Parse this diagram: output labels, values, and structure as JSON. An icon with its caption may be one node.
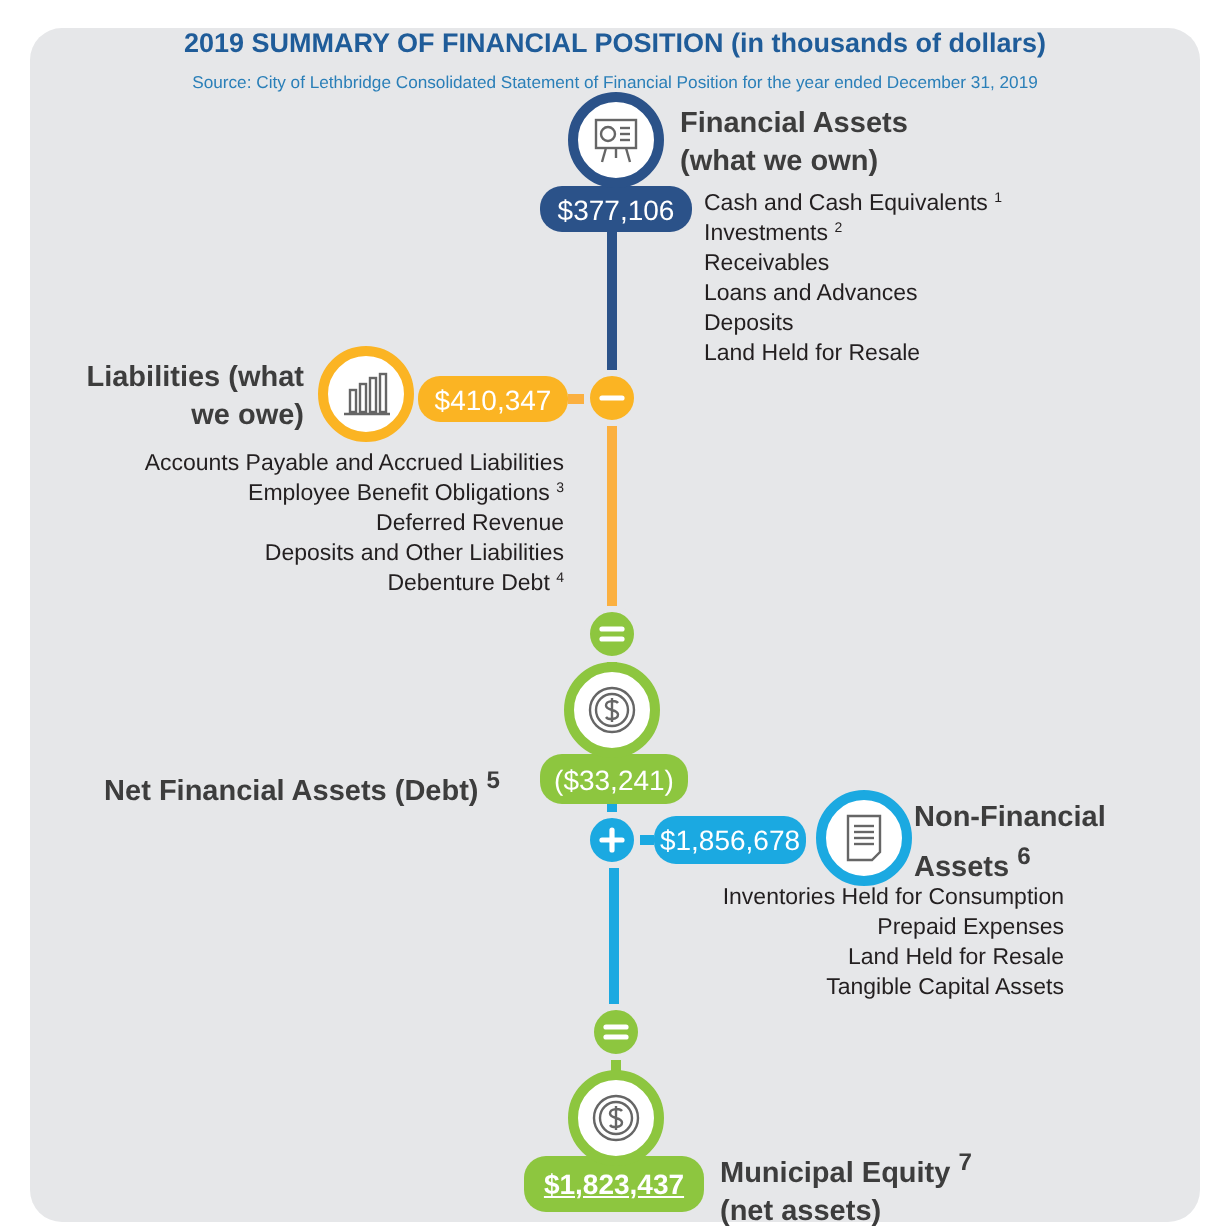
{
  "diagram": {
    "title": "2019 SUMMARY OF FINANCIAL POSITION (in thousands of dollars)",
    "nodes": [
      {
        "text": [
          "$377,106"
        ],
        "beside": [
          "Financial Assets (what we own)",
          "Cash and Cash Equivalents $^{1}$",
          "Investments $^{2}$",
          "Receivables",
          "Loans and Advances",
          "Deposits",
          "Land Held for Resale"
        ]
      },
      {
        "text": [
          "$410,347"
        ],
        "beside": [
          "Liabilities (what we owe)",
          "Accounts Payable and Accrued Liabilities",
          "Employee Benefit Obligations $^{3}$",
          "Deferred Revenue",
          "Deposits and Other Liabilities",
          "Debenture Debt $^{4}$"
        ]
      },
      {
        "text": [],
        "shape": "circle"
      },
      {
        "text": [],
        "shape": "circle"
      },
      {
        "text": [
          "($33,241)"
        ],
        "beside": [
          "Net Financial Assets (Debt) $^{5}$"
        ]
      },
      {
        "text": [],
        "shape": "circle"
      },
      {
        "text": [
          "$1,856,678"
        ],
        "beside": [
          "Non-Financial Assets $^{6}$",
          "Inventories Held for Consumption",
          "Prepaid Expenses",
          "Land Held for Resale",
          "Tangible Capital Assets"
        ]
      },
      {
        "text": [],
        "shape": "circle"
      },
      {
        "text": [
          "$1,823,437"
        ],
        "beside": [
          "Municipal Equity $^{7}$ (net assets)"
        ]
      }
    ],
    "edges": [
      {
        "from": 0,
        "to": 2,
        "arrow": "none",
        "color": "#2b5289"
      },
      {
        "from": 1,
        "to": 2,
        "arrow": "none",
        "color": "#fbb040"
      },
      {
        "from": 2,
        "to": 3,
        "arrow": "none",
        "color": "#fbb040"
      },
      {
        "from": 3,
        "to": 4,
        "arrow": "none",
        "color": "#8dc63f"
      },
      {
        "from": 4,
        "to": 5,
        "arrow": "none",
        "color": "#1ba9e1"
      },
      {
        "from": 6,
        "to": 5,
        "arrow": "none",
        "color": "#1ba9e1"
      },
      {
        "from": 5,
        "to": 7,
        "arrow": "none",
        "color": "#1ba9e1"
      },
      {
        "from": 7,
        "to": 8,
        "arrow": "none",
        "color": "#8dc63f"
      }
    ],
    "labels": [
      "Source: City of Lethbridge Consolidated Statement of Financial Position for the year ended December 31, 2019"
    ]
  }
}
